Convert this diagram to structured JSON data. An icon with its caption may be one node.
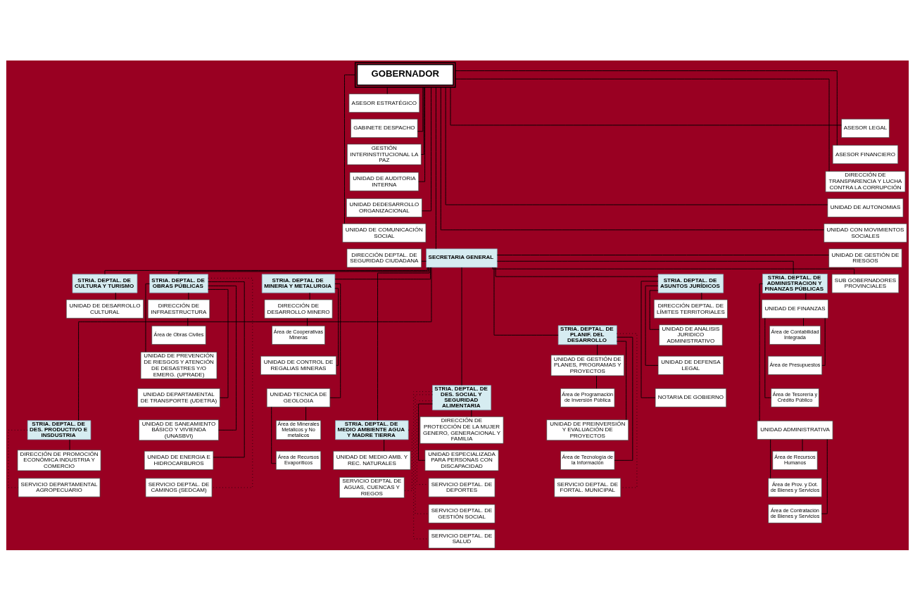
{
  "diagram": {
    "nodes": [
      {
        "text": [
          "GOBERNADOR"
        ]
      },
      {
        "text": [
          "ASESOR ESTRATÉGICO"
        ]
      },
      {
        "text": [
          "ASESOR LEGAL"
        ]
      },
      {
        "text": [
          "ASESOR FINANCIERO"
        ]
      },
      {
        "text": [
          "GABINETE DESPACHO"
        ]
      },
      {
        "text": [
          "GESTIÓN INTERINSTITUCIONAL LA PAZ"
        ]
      },
      {
        "text": [
          "DIRECCIÓN DE TRANSPARENCIA Y LUCHA CONTRA LA CORRUPCIÓN"
        ]
      },
      {
        "text": [
          "UNIDAD DE AUDITORIA INTERNA"
        ]
      },
      {
        "text": [
          "UNIDAD DE AUTONOMIAS"
        ]
      },
      {
        "text": [
          "UNIDAD DEDESARROLLO ORGANIZACIONAL"
        ]
      },
      {
        "text": [
          "UNIDAD CON MOVIMIENTOS SOCIALES"
        ]
      },
      {
        "text": [
          "UNIDAD DE COMUNICACIÓN SOCIAL"
        ]
      },
      {
        "text": [
          "UNIDAD DE GESTIÓN DE RIESGOS"
        ]
      },
      {
        "text": [
          "DIRECCIÓN DEPTAL. DE SEGURIDAD CIUDADANA"
        ]
      },
      {
        "text": [
          "SECRETARIA GENERAL"
        ]
      },
      {
        "text": [
          "SUB GOBERNADORES PROVINCIALES"
        ]
      },
      {
        "text": [
          "STRIA. DEPTAL. DE DES. PRODUCTIVO E INSDUSTRIA"
        ]
      },
      {
        "text": [
          "STRIA. DEPTAL. DE CULTURA Y TURISMO"
        ]
      },
      {
        "text": [
          "STRIA. DEPTAL. DE OBRAS PÚBLICAS"
        ]
      },
      {
        "text": [
          "STRIA. DEPTAL DE MINERIA Y METALURGIA"
        ]
      },
      {
        "text": [
          "STRIA. DEPTAL. DE MEDIO AMBIENTE AGUA Y MADRE TIERRA"
        ]
      },
      {
        "text": [
          "STRIA. DEPTAL. DE DES. SOCIAL Y SEGURIDAD ALIMENTARIA"
        ]
      },
      {
        "text": [
          "STRIA. DEPTAL. DE PLANIF. DEL DESARROLLO"
        ]
      },
      {
        "text": [
          "STRIA. DEPTAL. DE ASUNTOS JURÍDICOS"
        ]
      },
      {
        "text": [
          "STRIA. DEPTAL. DE ADMINISTRACION Y FINANZAS PÚBLICAS"
        ]
      },
      {
        "text": [
          "DIRECCIÓN DE PROMOCIÓN ECONÓMICA INDUSTRIA Y COMERCIO"
        ]
      },
      {
        "text": [
          "SERVICIO DEPARTAMENTAL AGROPECUARIO"
        ]
      },
      {
        "text": [
          "UNIDAD DE DESARROLLO CULTURAL"
        ]
      },
      {
        "text": [
          "DIRECCIÓN DE INFRAESTRUCTURA"
        ]
      },
      {
        "text": [
          "Área de Obras Civiles"
        ]
      },
      {
        "text": [
          "UNIDAD DE PREVENCIÓN DE RIESGOS Y ATENCIÓN DE DESASTRES Y/O EMERG. (UPRADE)"
        ]
      },
      {
        "text": [
          "UNIDAD DEPARTAMENTAL DE TRANSPORTE (UDETRA)"
        ]
      },
      {
        "text": [
          "UNIDAD DE SANEAMIENTO BÁSICO Y VIVIENDA (UNASBVI)"
        ]
      },
      {
        "text": [
          "UNIDAD DE ENERGIA E HIDROCARBUROS"
        ]
      },
      {
        "text": [
          "SERVICIO DEPTAL. DE CAMINOS (SEDCAM)"
        ]
      },
      {
        "text": [
          "DIRECCIÓN DE DESARROLLO MINERO"
        ]
      },
      {
        "text": [
          "Área de Cooperativas Mineras"
        ]
      },
      {
        "text": [
          "UNIDAD DE CONTROL DE REGALIAS MINERAS"
        ]
      },
      {
        "text": [
          "UNIDAD TECNICA DE GEOLOGIA"
        ]
      },
      {
        "text": [
          "Área de Minerales Metalicos y No metalicos"
        ]
      },
      {
        "text": [
          "Área de Recursos Evaporíticos"
        ]
      },
      {
        "text": [
          "UNIDAD DE MEDIO AMB. Y REC. NATURALES"
        ]
      },
      {
        "text": [
          "SERVICIO DEPTAL DE AGUAS, CUENCAS Y RIEGOS"
        ]
      },
      {
        "text": [
          "DIRECCIÓN DE PROTECCIÓN DE LA MUJER GENERO, GENERACIONAL Y FAMILIA"
        ]
      },
      {
        "text": [
          "UNIDAD ESPECIALIZADA PARA PERSONAS CON DISCAPACIDAD"
        ]
      },
      {
        "text": [
          "SERVICIO DEPTAL. DE DEPORTES"
        ]
      },
      {
        "text": [
          "SERVICIO DEPTAL. DE GESTIÓN SOCIAL"
        ]
      },
      {
        "text": [
          "SERVICIO DEPTAL. DE SALUD"
        ]
      },
      {
        "text": [
          "UNIDAD DE GESTIÓN DE PLANES, PROGRAMAS Y PROYECTOS"
        ]
      },
      {
        "text": [
          "Área de Programación de Inversión Pública"
        ]
      },
      {
        "text": [
          "UNIDAD DE PREINVERSIÓN Y EVALUACIÓN DE PROYECTOS"
        ]
      },
      {
        "text": [
          "Área de Tecnología de la Información"
        ]
      },
      {
        "text": [
          "SERVICIO DEPTAL. DE FORTAL. MUNICIPAL"
        ]
      },
      {
        "text": [
          "DIRECCIÓN DEPTAL. DE LÍMITES TERRITORIALES"
        ]
      },
      {
        "text": [
          "UNIDAD DE ANALISIS JURIDICO ADMINISTRATIVO"
        ]
      },
      {
        "text": [
          "UNIDAD DE DEFENSA LEGAL"
        ]
      },
      {
        "text": [
          "NOTARIA DE GOBIERNO"
        ]
      },
      {
        "text": [
          "UNIDAD DE FINANZAS"
        ]
      },
      {
        "text": [
          "Área de Contabilidad Integrada"
        ]
      },
      {
        "text": [
          "Área de Presupuestos"
        ]
      },
      {
        "text": [
          "Área de Tesorería y Crédito Público"
        ]
      },
      {
        "text": [
          "UNIDAD ADMINISTRATIVA"
        ]
      },
      {
        "text": [
          "Área de Recursos Humanos"
        ]
      },
      {
        "text": [
          "Área de Prov. y Dot. de Bienes y Servicios"
        ]
      },
      {
        "text": [
          "Área de Contratación de Bienes y Servicios"
        ]
      }
    ],
    "edges": [
      {
        "from": 0,
        "to": 1,
        "arrow": "none"
      },
      {
        "from": 0,
        "to": 2,
        "arrow": "none"
      },
      {
        "from": 0,
        "to": 3,
        "arrow": "none"
      },
      {
        "from": 0,
        "to": 4,
        "arrow": "none"
      },
      {
        "from": 0,
        "to": 5,
        "arrow": "none"
      },
      {
        "from": 0,
        "to": 6,
        "arrow": "none"
      },
      {
        "from": 0,
        "to": 7,
        "arrow": "none"
      },
      {
        "from": 0,
        "to": 8,
        "arrow": "none"
      },
      {
        "from": 0,
        "to": 9,
        "arrow": "none"
      },
      {
        "from": 0,
        "to": 10,
        "arrow": "none"
      },
      {
        "from": 0,
        "to": 11,
        "arrow": "none"
      },
      {
        "from": 0,
        "to": 14,
        "arrow": "none"
      },
      {
        "from": 14,
        "to": 13,
        "arrow": "none"
      },
      {
        "from": 14,
        "to": 12,
        "arrow": "none"
      },
      {
        "from": 14,
        "to": 15,
        "arrow": "none"
      },
      {
        "from": 14,
        "to": 16,
        "arrow": "none"
      },
      {
        "from": 14,
        "to": 17,
        "arrow": "none"
      },
      {
        "from": 14,
        "to": 18,
        "arrow": "none"
      },
      {
        "from": 14,
        "to": 19,
        "arrow": "none"
      },
      {
        "from": 14,
        "to": 20,
        "arrow": "none"
      },
      {
        "from": 14,
        "to": 21,
        "arrow": "none"
      },
      {
        "from": 14,
        "to": 22,
        "arrow": "none"
      },
      {
        "from": 14,
        "to": 23,
        "arrow": "none"
      },
      {
        "from": 14,
        "to": 24,
        "arrow": "none"
      },
      {
        "from": 16,
        "to": 25,
        "arrow": "none"
      },
      {
        "from": 16,
        "to": 26,
        "arrow": "none",
        "style": "dashed"
      },
      {
        "from": 17,
        "to": 27,
        "arrow": "none"
      },
      {
        "from": 18,
        "to": 28,
        "arrow": "none"
      },
      {
        "from": 28,
        "to": 29,
        "arrow": "none"
      },
      {
        "from": 18,
        "to": 30,
        "arrow": "none"
      },
      {
        "from": 18,
        "to": 31,
        "arrow": "none"
      },
      {
        "from": 18,
        "to": 32,
        "arrow": "none"
      },
      {
        "from": 18,
        "to": 33,
        "arrow": "none"
      },
      {
        "from": 18,
        "to": 34,
        "arrow": "none",
        "style": "dashed"
      },
      {
        "from": 19,
        "to": 35,
        "arrow": "none"
      },
      {
        "from": 35,
        "to": 36,
        "arrow": "none"
      },
      {
        "from": 19,
        "to": 37,
        "arrow": "none"
      },
      {
        "from": 19,
        "to": 38,
        "arrow": "none"
      },
      {
        "from": 38,
        "to": 39,
        "arrow": "none"
      },
      {
        "from": 38,
        "to": 40,
        "arrow": "none"
      },
      {
        "from": 20,
        "to": 41,
        "arrow": "none"
      },
      {
        "from": 20,
        "to": 42,
        "arrow": "none",
        "style": "dashed"
      },
      {
        "from": 21,
        "to": 43,
        "arrow": "none"
      },
      {
        "from": 21,
        "to": 44,
        "arrow": "none"
      },
      {
        "from": 21,
        "to": 45,
        "arrow": "none",
        "style": "dashed"
      },
      {
        "from": 21,
        "to": 46,
        "arrow": "none",
        "style": "dashed"
      },
      {
        "from": 21,
        "to": 47,
        "arrow": "none",
        "style": "dashed"
      },
      {
        "from": 22,
        "to": 48,
        "arrow": "none"
      },
      {
        "from": 48,
        "to": 49,
        "arrow": "none"
      },
      {
        "from": 22,
        "to": 50,
        "arrow": "none"
      },
      {
        "from": 22,
        "to": 51,
        "arrow": "none"
      },
      {
        "from": 22,
        "to": 52,
        "arrow": "none",
        "style": "dashed"
      },
      {
        "from": 23,
        "to": 53,
        "arrow": "none"
      },
      {
        "from": 23,
        "to": 54,
        "arrow": "none"
      },
      {
        "from": 23,
        "to": 55,
        "arrow": "none"
      },
      {
        "from": 23,
        "to": 56,
        "arrow": "none"
      },
      {
        "from": 24,
        "to": 57,
        "arrow": "none"
      },
      {
        "from": 57,
        "to": 58,
        "arrow": "none"
      },
      {
        "from": 57,
        "to": 59,
        "arrow": "none"
      },
      {
        "from": 57,
        "to": 60,
        "arrow": "none"
      },
      {
        "from": 24,
        "to": 61,
        "arrow": "none"
      },
      {
        "from": 61,
        "to": 62,
        "arrow": "none"
      },
      {
        "from": 61,
        "to": 63,
        "arrow": "none"
      },
      {
        "from": 61,
        "to": 64,
        "arrow": "none"
      }
    ]
  }
}
